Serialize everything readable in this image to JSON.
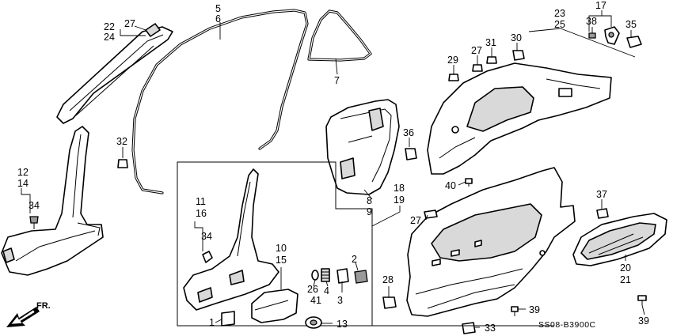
{
  "diagram_code": "SS08-B3900C",
  "direction_label": "FR.",
  "labels": {
    "p1": "1",
    "p2": "2",
    "p3": "3",
    "p4": "4",
    "p5": "5",
    "p6": "6",
    "p7": "7",
    "p8": "8",
    "p9": "9",
    "p10": "10",
    "p11": "11",
    "p12": "12",
    "p13": "13",
    "p14": "14",
    "p15": "15",
    "p16": "16",
    "p17": "17",
    "p18": "18",
    "p19": "19",
    "p20": "20",
    "p21": "21",
    "p22": "22",
    "p23": "23",
    "p24": "24",
    "p25": "25",
    "p26": "26",
    "p27a": "27",
    "p27b": "27",
    "p27c": "27",
    "p28": "28",
    "p29": "29",
    "p30": "30",
    "p31": "31",
    "p32": "32",
    "p33": "33",
    "p34a": "34",
    "p34b": "34",
    "p35": "35",
    "p36": "36",
    "p37": "37",
    "p38": "38",
    "p39a": "39",
    "p39b": "39",
    "p40": "40",
    "p41": "41"
  },
  "icons": [
    "front-direction-arrow-icon"
  ]
}
